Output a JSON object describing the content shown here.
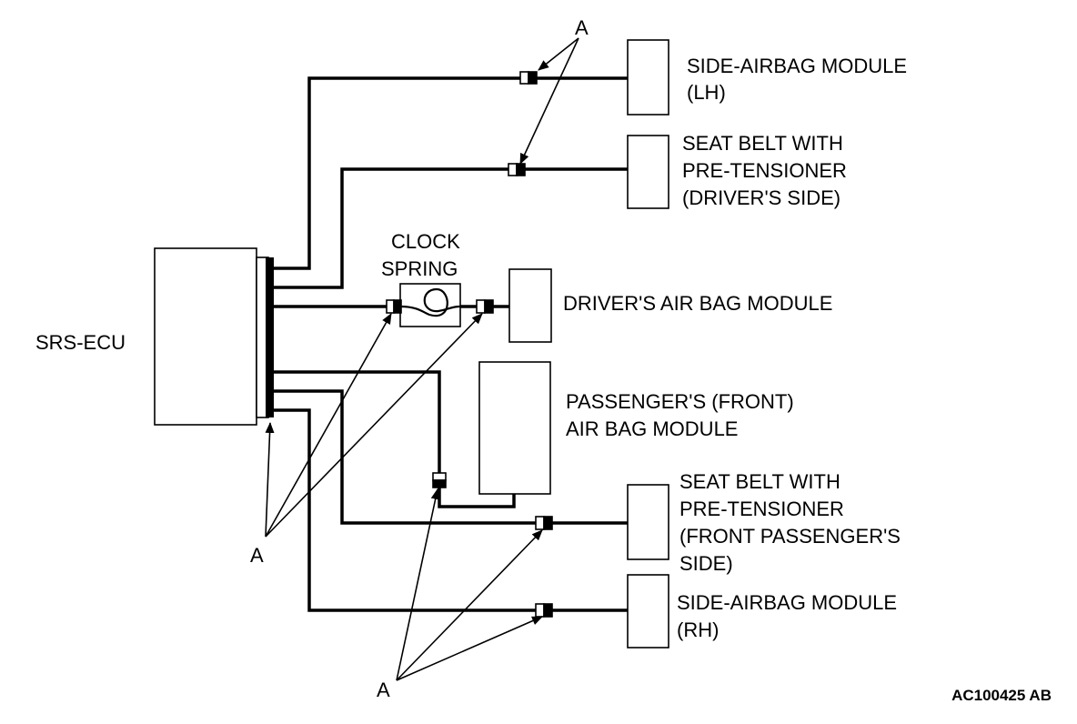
{
  "labels": {
    "srs_ecu": "SRS-ECU",
    "clock_spring_line1": "CLOCK",
    "clock_spring_line2": "SPRING",
    "side_airbag_lh_line1": "SIDE-AIRBAG MODULE",
    "side_airbag_lh_line2": "(LH)",
    "seatbelt_driver_line1": "SEAT BELT WITH",
    "seatbelt_driver_line2": "PRE-TENSIONER",
    "seatbelt_driver_line3": "(DRIVER'S SIDE)",
    "driver_airbag": "DRIVER'S AIR BAG MODULE",
    "passenger_airbag_line1": "PASSENGER'S (FRONT)",
    "passenger_airbag_line2": "AIR BAG MODULE",
    "seatbelt_passenger_line1": "SEAT BELT WITH",
    "seatbelt_passenger_line2": "PRE-TENSIONER",
    "seatbelt_passenger_line3": "(FRONT PASSENGER'S",
    "seatbelt_passenger_line4": "SIDE)",
    "side_airbag_rh_line1": "SIDE-AIRBAG MODULE",
    "side_airbag_rh_line2": "(RH)",
    "connector_top": "A",
    "connector_left": "A",
    "connector_bottom": "A",
    "figure_code": "AC100425 AB"
  }
}
